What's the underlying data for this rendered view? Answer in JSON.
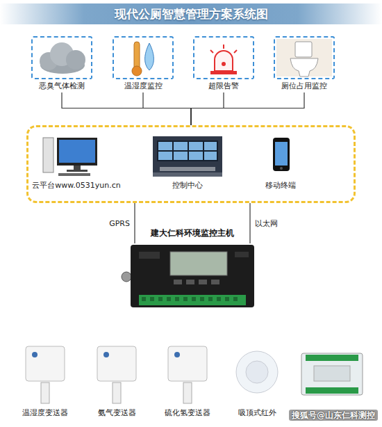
{
  "diagram": {
    "title": "现代公厕智慧管理方案系统图",
    "nodes": [
      {
        "text": [
          "恶臭气体检测"
        ]
      },
      {
        "text": [
          "温湿度监控"
        ]
      },
      {
        "text": [
          "超限告警"
        ]
      },
      {
        "text": [
          "厕位占用监控"
        ]
      },
      {
        "text": []
      },
      {
        "text": [
          "云平台www.0531yun.cn"
        ],
        "in": 4
      },
      {
        "text": [
          "控制中心"
        ],
        "in": 4
      },
      {
        "text": [
          "移动终端"
        ],
        "in": 4
      },
      {
        "text": [
          "建大仁科环境监控主机"
        ]
      },
      {
        "text": [
          "温湿度变送器"
        ]
      },
      {
        "text": [
          "氨气变送器"
        ]
      },
      {
        "text": [
          "硫化氢变送器"
        ]
      },
      {
        "text": [
          "吸顶式红外"
        ]
      }
    ],
    "edges": [
      {
        "from": 0,
        "to": 4,
        "arrow": "none"
      },
      {
        "from": 1,
        "to": 4,
        "arrow": "none"
      },
      {
        "from": 2,
        "to": 4,
        "arrow": "none"
      },
      {
        "from": 3,
        "to": 4,
        "arrow": "none"
      },
      {
        "from": 4,
        "to": 8,
        "label": "GPRS",
        "arrow": "none"
      },
      {
        "from": 4,
        "to": 8,
        "label": "以太网",
        "arrow": "none"
      }
    ],
    "labels": [
      "搜狐号@山东仁科测控"
    ]
  }
}
